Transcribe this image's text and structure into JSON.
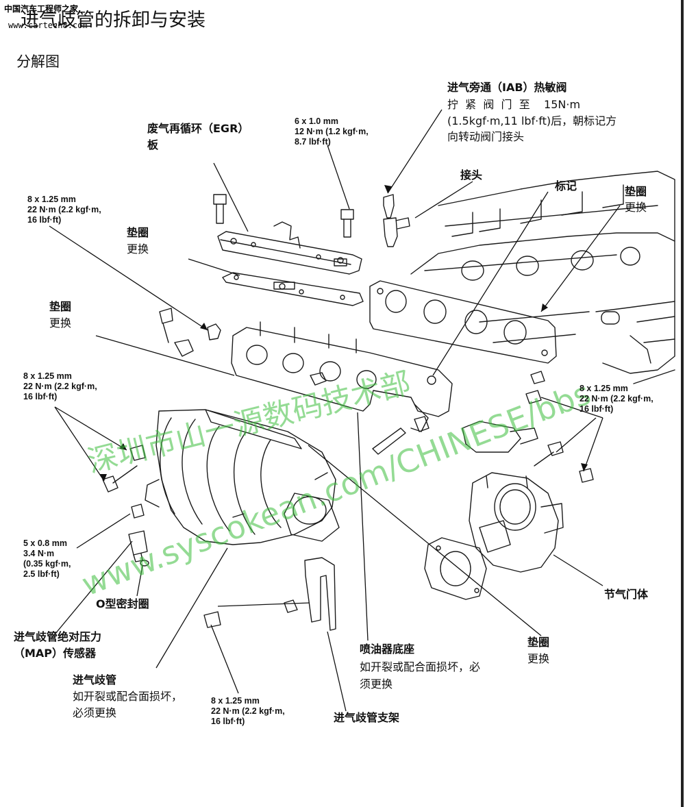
{
  "branding": {
    "logo_cn": "中国汽车工程师之家",
    "logo_en": "www.cartech8.com"
  },
  "header": {
    "title": "进气歧管的拆卸与安装",
    "subtitle": "分解图"
  },
  "watermark": {
    "cn": "深圳市山一源数码技术部",
    "url": "www.syscokean.com/CHINESE/bbs"
  },
  "labels": {
    "iab_title": "进气旁通（IAB）热敏阀",
    "iab_note_1": "拧  紧  阀  门  至    15N·m",
    "iab_note_2": "(1.5kgf·m,11 lbf·ft)后，朝标记方",
    "iab_note_3": "向转动阀门接头",
    "egr_1": "废气再循环（EGR）",
    "egr_2": "板",
    "spec_top_1": "6 x 1.0 mm",
    "spec_top_2": "12 N·m (1.2 kgf·m,",
    "spec_top_3": "8.7 lbf·ft)",
    "joint": "接头",
    "mark": "标记",
    "gasket_tr_1": "垫圈",
    "gasket_tr_2": "更换",
    "spec_l1_1": "8 x 1.25 mm",
    "spec_l1_2": "22 N·m (2.2 kgf·m,",
    "spec_l1_3": "16 lbf·ft)",
    "gasket_l1_1": "垫圈",
    "gasket_l1_2": "更换",
    "gasket_l2_1": "垫圈",
    "gasket_l2_2": "更换",
    "spec_l2_1": "8 x 1.25 mm",
    "spec_l2_2": "22 N·m (2.2 kgf·m,",
    "spec_l2_3": "16 lbf·ft)",
    "spec_r_1": "8 x 1.25 mm",
    "spec_r_2": "22 N·m (2.2 kgf·m,",
    "spec_r_3": "16 lbf·ft)",
    "spec_map_1": "5 x 0.8 mm",
    "spec_map_2": "3.4 N·m",
    "spec_map_3": "(0.35 kgf·m,",
    "spec_map_4": "2.5 lbf·ft)",
    "oring": "O型密封圈",
    "map_1": "进气歧管绝对压力",
    "map_2": "（MAP）传感器",
    "manifold_1": "进气歧管",
    "manifold_2": "如开裂或配合面损坏，",
    "manifold_3": "必须更换",
    "spec_b_1": "8 x 1.25 mm",
    "spec_b_2": "22 N·m (2.2 kgf·m,",
    "spec_b_3": "16 lbf·ft)",
    "injector_1": "喷油器底座",
    "injector_2": "如开裂或配合面损坏，必",
    "injector_3": "须更换",
    "bracket": "进气歧管支架",
    "throttle": "节气门体",
    "gasket_b_1": "垫圈",
    "gasket_b_2": "更换"
  }
}
